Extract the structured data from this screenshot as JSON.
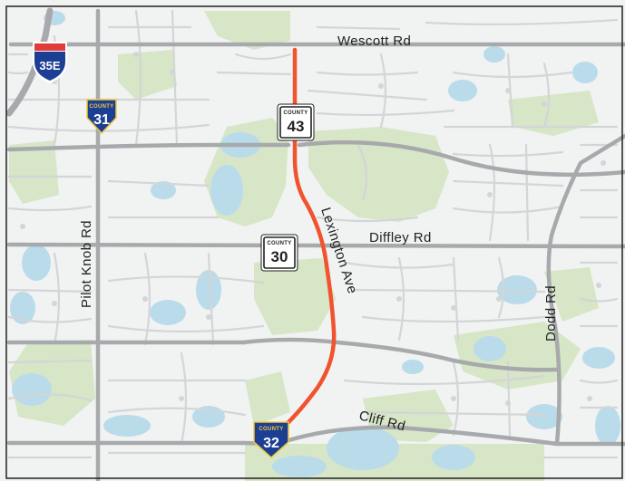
{
  "map": {
    "colors": {
      "background": "#f1f2f2",
      "park": "#d7e6c6",
      "water": "#b9dbea",
      "major_road": "#a7a9ac",
      "minor_road": "#d3d5d7",
      "project_route": "#f0532d",
      "interstate_red": "#e23b3b",
      "interstate_blue": "#1c3f94",
      "county_shield_blue": "#1c3f94",
      "county_shield_yellow": "#f3c935"
    },
    "roads": {
      "wescott": "Wescott Rd",
      "lexington": "Lexington Ave",
      "diffley": "Diffley Rd",
      "pilot_knob": "Pilot Knob Rd",
      "dodd": "Dodd Rd",
      "cliff": "Cliff Rd"
    },
    "shields": {
      "interstate": {
        "number": "35E"
      },
      "county_31": {
        "label": "COUNTY",
        "number": "31"
      },
      "county_43": {
        "label": "COUNTY",
        "number": "43"
      },
      "county_30": {
        "label": "COUNTY",
        "number": "30"
      },
      "county_32": {
        "label": "COUNTY",
        "number": "32"
      }
    }
  }
}
